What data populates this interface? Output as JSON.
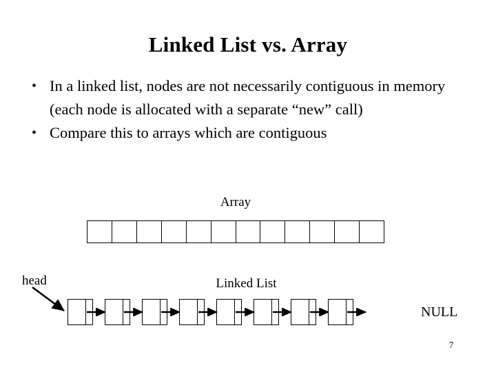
{
  "slide": {
    "title": "Linked List vs. Array",
    "page_number": "7",
    "text_color": "#000000",
    "background_color": "#ffffff"
  },
  "bullets": [
    {
      "marker": "•",
      "text": "In a linked list, nodes are not necessarily contiguous in memory (each node is allocated with a separate “new” call)"
    },
    {
      "marker": "•",
      "text": "Compare this to arrays which are contiguous"
    }
  ],
  "array_diagram": {
    "label": "Array",
    "cell_count": 12,
    "cells": [
      "",
      "",
      "",
      "",
      "",
      "",
      "",
      "",
      "",
      "",
      "",
      ""
    ]
  },
  "linked_list_diagram": {
    "label": "Linked List",
    "head_label": "head",
    "terminator_label": "NULL",
    "node_count": 8,
    "nodes": [
      {
        "data": "",
        "pointer": ""
      },
      {
        "data": "",
        "pointer": ""
      },
      {
        "data": "",
        "pointer": ""
      },
      {
        "data": "",
        "pointer": ""
      },
      {
        "data": "",
        "pointer": ""
      },
      {
        "data": "",
        "pointer": ""
      },
      {
        "data": "",
        "pointer": ""
      },
      {
        "data": "",
        "pointer": ""
      }
    ]
  }
}
